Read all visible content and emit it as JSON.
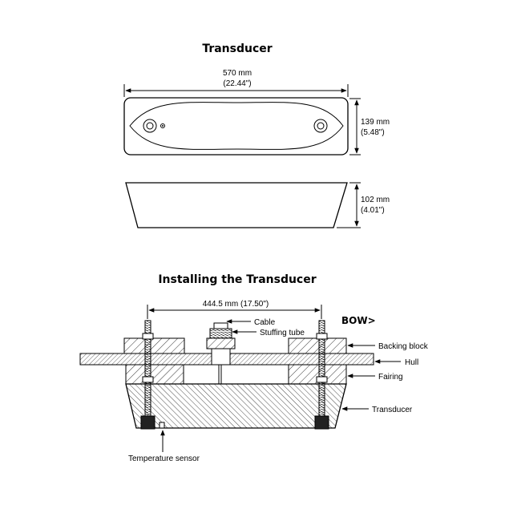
{
  "top": {
    "title": "Transducer",
    "width_mm": "570 mm",
    "width_in": "(22.44\")",
    "height_mm": "139 mm",
    "height_in": "(5.48\")",
    "depth_mm": "102 mm",
    "depth_in": "(4.01\")"
  },
  "install": {
    "title": "Installing the Transducer",
    "spacing": "444.5 mm (17.50\")",
    "bow": "BOW>",
    "labels": {
      "cable": "Cable",
      "stuffing_tube": "Stuffing tube",
      "backing_block": "Backing block",
      "hull": "Hull",
      "fairing": "Fairing",
      "transducer": "Transducer",
      "temperature_sensor": "Temperature sensor"
    }
  }
}
